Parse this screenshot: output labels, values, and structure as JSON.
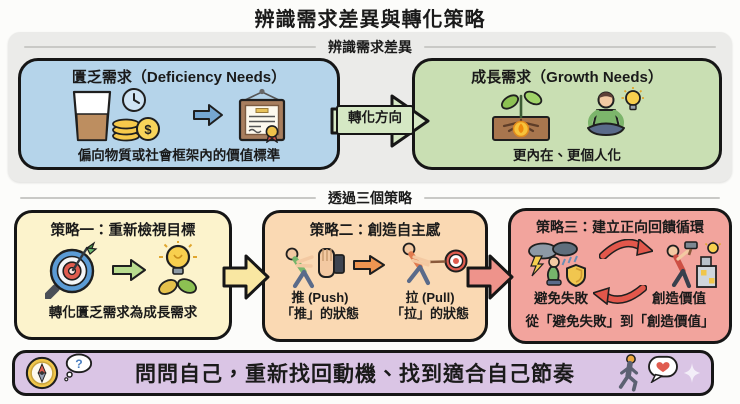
{
  "title": "辨識需求差異與轉化策略",
  "identify": {
    "label": "辨識需求差異",
    "deficiency": {
      "title": "匱乏需求（Deficiency Needs）",
      "caption": "偏向物質或社會框架內的價值標準",
      "icons": [
        "glass-icon",
        "clock-icon",
        "coins-icon",
        "arrow-right-icon",
        "certificate-icon"
      ],
      "bg": "#b5d4ea"
    },
    "arrow_label": "轉化方向",
    "growth": {
      "title": "成長需求（Growth Needs）",
      "caption": "更內在、更個人化",
      "icons": [
        "sprout-icon",
        "meditation-icon",
        "lightbulb-icon"
      ],
      "bg": "#c9dfb3"
    }
  },
  "strategies": {
    "label": "透過三個策略",
    "one": {
      "title": "策略一：重新檢視目標",
      "caption": "轉化匱乏需求為成長需求",
      "icons": [
        "target-magnifier-icon",
        "arrow-right-icon",
        "lightbulb-leaves-icon"
      ],
      "bg": "#fcf3cc"
    },
    "two": {
      "title": "策略二：創造自主感",
      "push": {
        "label": "推 (Push)",
        "state": "「推」的狀態"
      },
      "pull": {
        "label": "拉 (Pull)",
        "state": "「拉」的狀態"
      },
      "icons": [
        "push-hand-icon",
        "arrow-right-icon",
        "pull-rope-target-icon"
      ],
      "bg": "#fad9b3"
    },
    "three": {
      "title": "策略三：建立正向回饋循環",
      "avoid_label": "避免失敗",
      "create_label": "創造價值",
      "caption": "從「避免失敗」到「創造價值」",
      "icons": [
        "storm-shield-icon",
        "cycle-arrows-icon",
        "builder-icon"
      ],
      "bg": "#f2a49d"
    }
  },
  "footer": {
    "text": "問問自己，重新找回動機、找到適合自己節奏",
    "icons": [
      "compass-icon",
      "thought-question-icon",
      "walking-person-icon",
      "heart-bubble-icon",
      "sparkle-icon"
    ],
    "bg": "#dac5e5"
  },
  "glyphs": {
    "dollar": "$",
    "question": "?"
  },
  "colors": {
    "page_bg": "#fcfcfa",
    "section_bg": "#ebebe9",
    "outline": "#161616",
    "deficiency_blue": "#b5d4ea",
    "growth_green": "#c9dfb3",
    "strategy1_yellow": "#fcf3cc",
    "strategy2_orange": "#fad9b3",
    "strategy3_pink": "#f2a49d",
    "footer_purple": "#dac5e5",
    "transform_arrow_green": "#d5e8c4",
    "connector_yellow": "#f9e7a2",
    "connector_pink": "#ee938b"
  }
}
